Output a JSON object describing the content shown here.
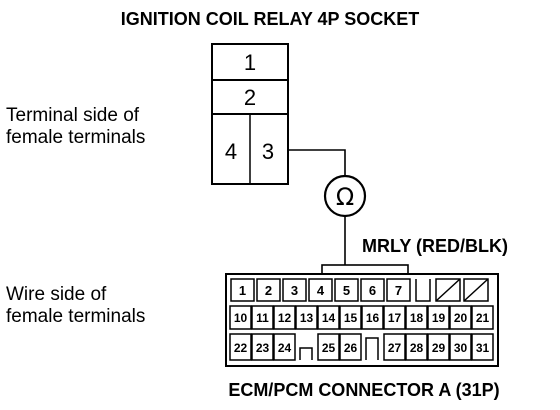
{
  "title": "IGNITION COIL RELAY 4P SOCKET",
  "label_terminal_side": [
    "Terminal side of",
    "female terminals"
  ],
  "label_wire_side": [
    "Wire side of",
    "female terminals"
  ],
  "wire_label": "MRLY (RED/BLK)",
  "ohm_symbol": "Ω",
  "connector_title": "ECM/PCM CONNECTOR A (31P)",
  "socket_pins": [
    "1",
    "2",
    "4",
    "3"
  ],
  "ecm_pins_row1": [
    "1",
    "2",
    "3",
    "4",
    "5",
    "6",
    "7"
  ],
  "ecm_pins_row2": [
    "10",
    "11",
    "12",
    "13",
    "14",
    "15",
    "16",
    "17",
    "18",
    "19",
    "20",
    "21"
  ],
  "ecm_pins_row3": [
    "22",
    "23",
    "24",
    "25",
    "26",
    "27",
    "28",
    "29",
    "30",
    "31"
  ]
}
